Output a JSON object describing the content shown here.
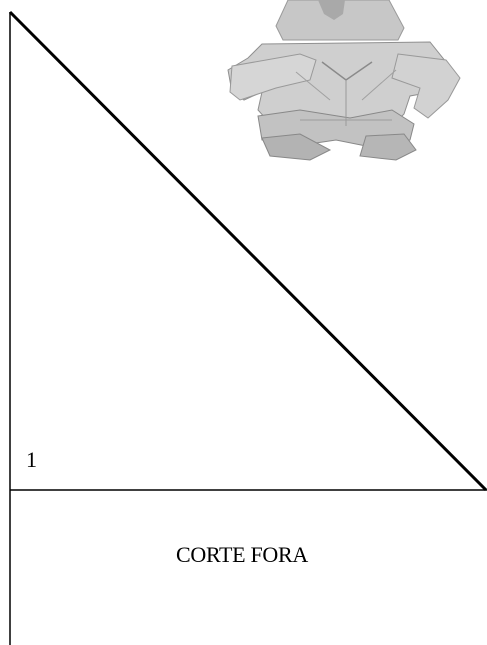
{
  "diagram": {
    "step_number": "1",
    "cut_label": "CORTE FORA",
    "colors": {
      "line": "#000000",
      "background": "#ffffff",
      "figure_paper": "#c9c9c9",
      "figure_shadow": "#8f8f8f"
    },
    "icons": {
      "figure": "origami-figure-illustration"
    }
  }
}
